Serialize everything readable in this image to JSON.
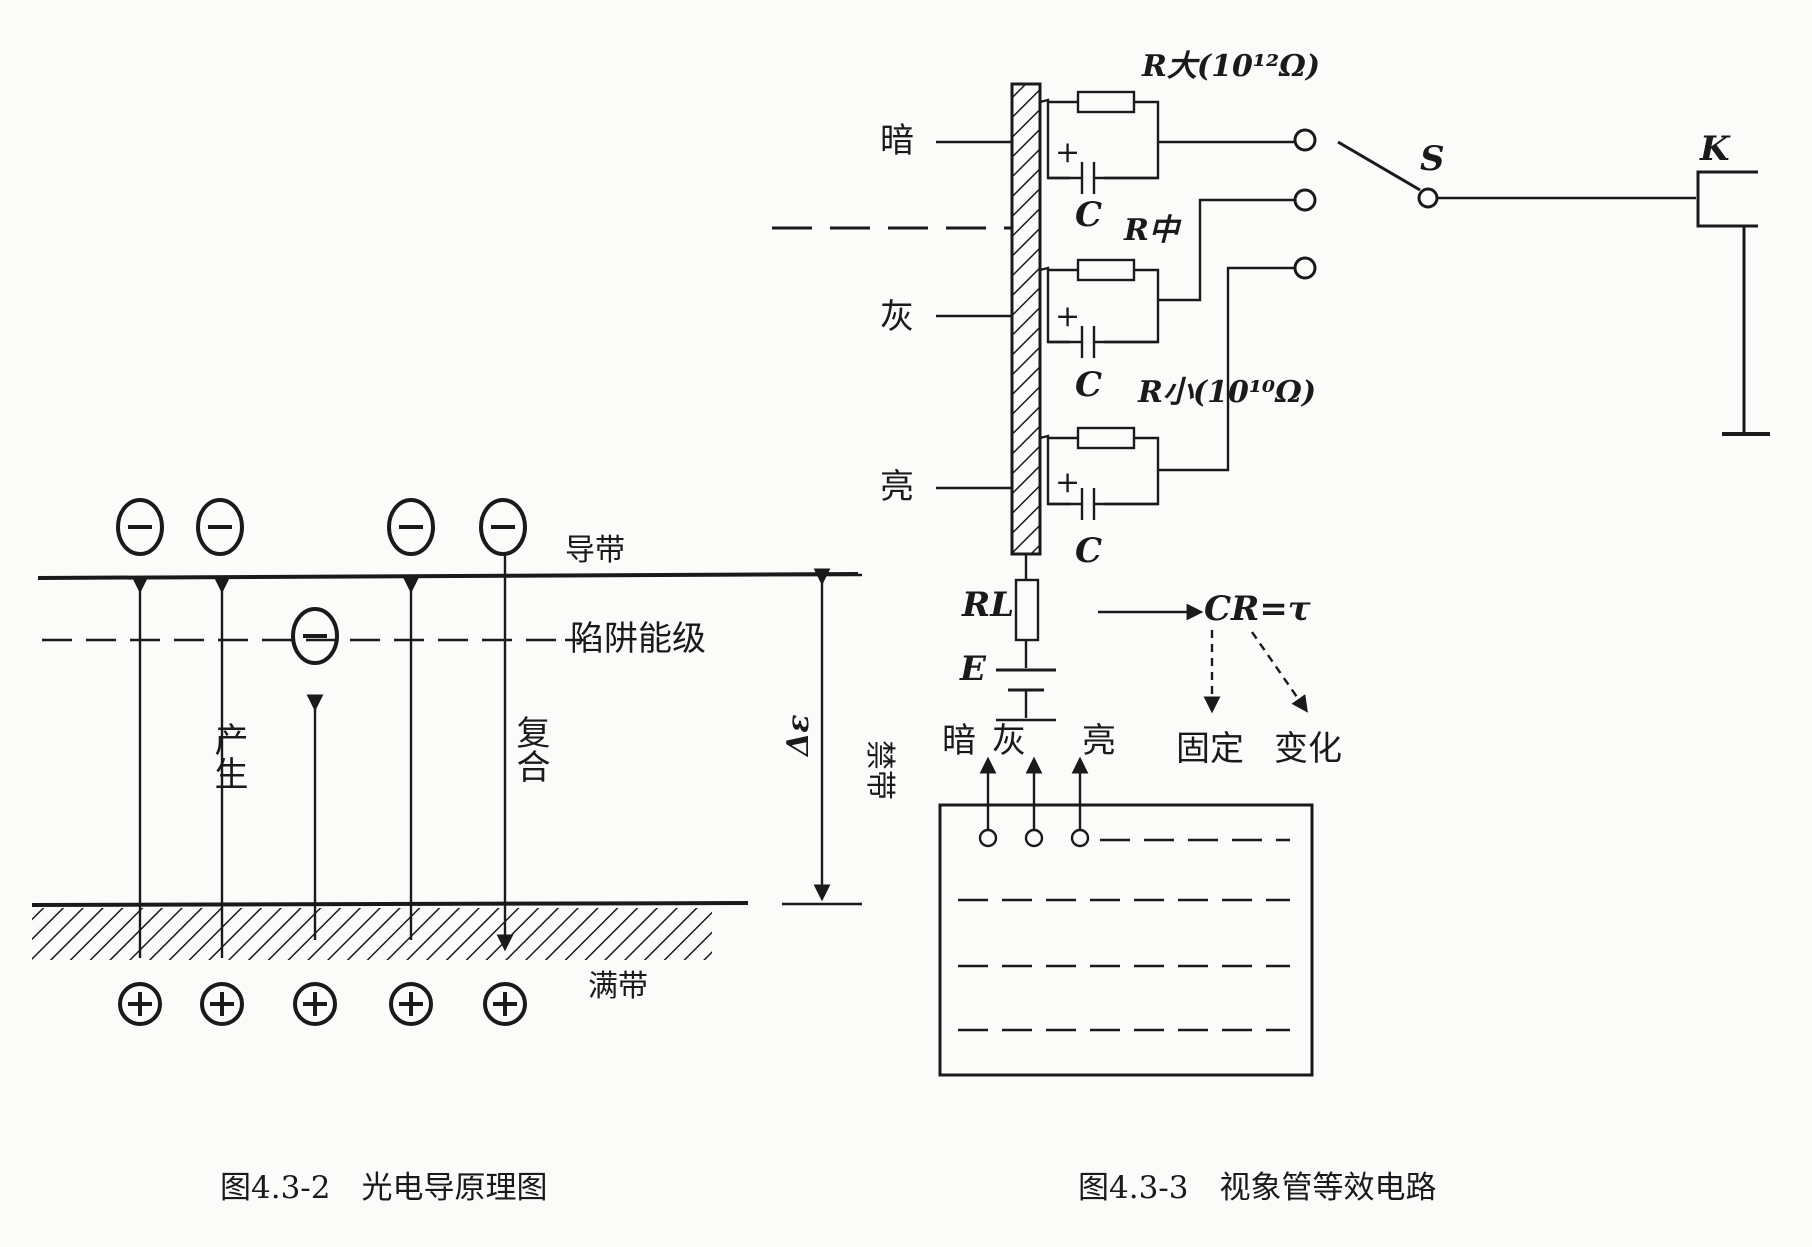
{
  "figure_left": {
    "caption": "图4.3-2　光电导原理图",
    "labels": {
      "conduction_band": "导带",
      "trap_level": "陷阱能级",
      "valence_band": "满带",
      "generation": "产生",
      "recombination": "复合",
      "forbidden_band": "禁带",
      "band_gap_symbol": "Δε"
    },
    "electron_symbol": "⊖",
    "hole_symbol": "⊕"
  },
  "figure_right": {
    "caption": "图4.3-3　视象管等效电路",
    "labels": {
      "dark": "暗",
      "gray": "灰",
      "bright": "亮",
      "r_large": "R大(10¹²Ω)",
      "r_mid": "R中",
      "r_small": "R小(10¹⁰Ω)",
      "cap_c": "C",
      "plus": "+",
      "switch_s": "S",
      "key_k": "K",
      "load_rl": "RL",
      "source_e": "E",
      "time_const": "CR=τ",
      "fixed": "固定",
      "changing": "变化",
      "bottom_dark": "暗",
      "bottom_gray": "灰",
      "bottom_bright": "亮"
    }
  }
}
